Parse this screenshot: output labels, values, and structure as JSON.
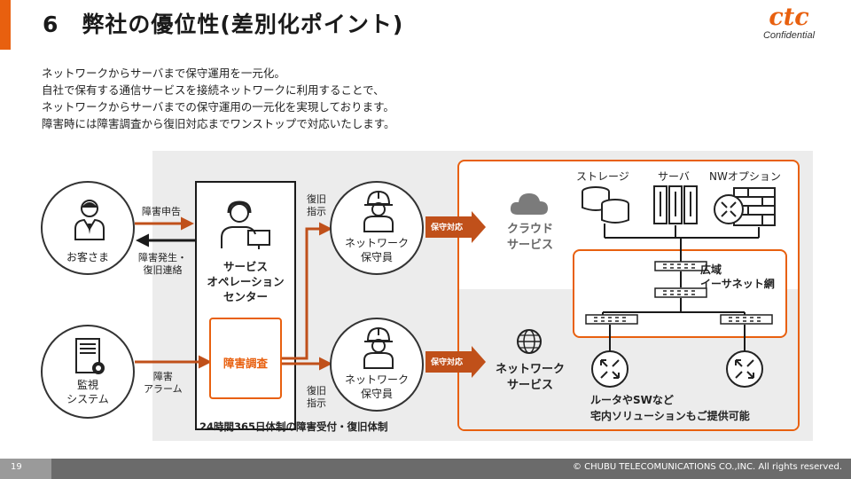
{
  "header": {
    "title": "6　弊社の優位性(差別化ポイント)",
    "logo_text": "ctc",
    "logo_sub": "Confidential"
  },
  "intro": [
    "ネットワークからサーバまで保守運用を一元化。",
    "自社で保有する通信サービスを接続ネットワークに利用することで、",
    "ネットワークからサーバまでの保守運用の一元化を実現しております。",
    "障害時には障害調査から復旧対応までワンストップで対応いたします。"
  ],
  "diagram": {
    "customer": "お客さま",
    "monitoring": [
      "監視",
      "システム"
    ],
    "report_label": "障害申告",
    "recovery_contact": [
      "障害発生・",
      "復旧連絡"
    ],
    "alarm_label": [
      "障害",
      "アラーム"
    ],
    "service_center": [
      "サービス",
      "オペレーション",
      "センター"
    ],
    "investigation": "障害調査",
    "support_system": "24時間365日体制の障害受付・復旧体制",
    "instruction_top": [
      "復旧",
      "指示"
    ],
    "instruction_bottom": [
      "復旧",
      "指示"
    ],
    "engineer_top": [
      "ネットワーク",
      "保守員"
    ],
    "engineer_bottom": [
      "ネットワーク",
      "保守員"
    ],
    "maint_tag_top": "保守対応",
    "maint_tag_bottom": "保守対応",
    "cloud_service": [
      "クラウド",
      "サービス"
    ],
    "network_service": [
      "ネットワーク",
      "サービス"
    ],
    "storage": "ストレージ",
    "server": "サーバ",
    "nw_option": "NWオプション",
    "wan": [
      "広域",
      "イーサネット網"
    ],
    "solutions": [
      "ルータやSWなど",
      "宅内ソリューションもご提供可能"
    ]
  },
  "footer": {
    "page_number": "19",
    "copyright": "© CHUBU TELECOMUNICATIONS CO.,INC. All rights reserved."
  },
  "colors": {
    "accent": "#e8600f",
    "arrow": "#c0501a",
    "panel": "#ececec"
  }
}
